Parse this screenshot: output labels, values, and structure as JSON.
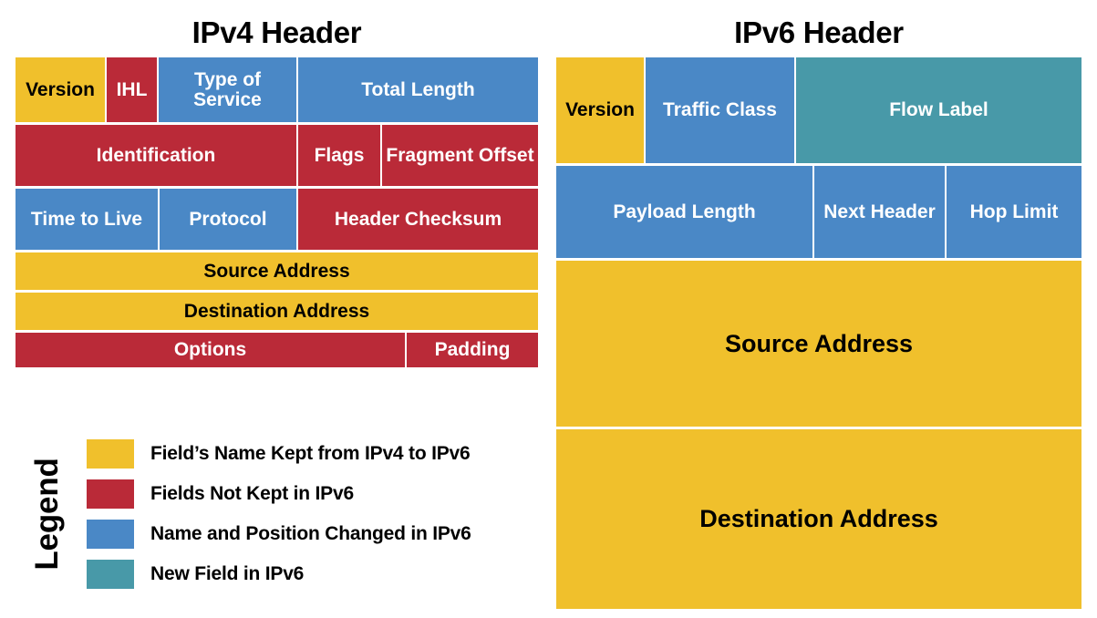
{
  "colors": {
    "kept": "#F0C02C",
    "not_kept": "#BA2A38",
    "changed": "#4A88C6",
    "new_field": "#4899A8",
    "background": "#FFFFFF",
    "text_dark": "#000000",
    "text_light": "#FFFFFF"
  },
  "ipv4": {
    "title": "IPv4 Header",
    "rows": [
      {
        "fields": [
          {
            "label": "Version",
            "category": "kept"
          },
          {
            "label": "IHL",
            "category": "not_kept"
          },
          {
            "label": "Type of Service",
            "category": "changed"
          },
          {
            "label": "Total Length",
            "category": "changed"
          }
        ]
      },
      {
        "fields": [
          {
            "label": "Identification",
            "category": "not_kept"
          },
          {
            "label": "Flags",
            "category": "not_kept"
          },
          {
            "label": "Fragment Offset",
            "category": "not_kept"
          }
        ]
      },
      {
        "fields": [
          {
            "label": "Time to Live",
            "category": "changed"
          },
          {
            "label": "Protocol",
            "category": "changed"
          },
          {
            "label": "Header Checksum",
            "category": "not_kept"
          }
        ]
      },
      {
        "fields": [
          {
            "label": "Source Address",
            "category": "kept"
          }
        ]
      },
      {
        "fields": [
          {
            "label": "Destination Address",
            "category": "kept"
          }
        ]
      },
      {
        "fields": [
          {
            "label": "Options",
            "category": "not_kept"
          },
          {
            "label": "Padding",
            "category": "not_kept"
          }
        ]
      }
    ]
  },
  "ipv6": {
    "title": "IPv6 Header",
    "rows": [
      {
        "fields": [
          {
            "label": "Version",
            "category": "kept"
          },
          {
            "label": "Traffic Class",
            "category": "changed"
          },
          {
            "label": "Flow Label",
            "category": "new_field"
          }
        ]
      },
      {
        "fields": [
          {
            "label": "Payload Length",
            "category": "changed"
          },
          {
            "label": "Next Header",
            "category": "changed"
          },
          {
            "label": "Hop Limit",
            "category": "changed"
          }
        ]
      },
      {
        "fields": [
          {
            "label": "Source Address",
            "category": "kept"
          }
        ]
      },
      {
        "fields": [
          {
            "label": "Destination Address",
            "category": "kept"
          }
        ]
      }
    ]
  },
  "legend": {
    "title": "Legend",
    "entries": [
      {
        "label": "Field’s Name Kept from IPv4 to IPv6",
        "category": "kept",
        "color": "#F0C02C"
      },
      {
        "label": "Fields Not Kept in IPv6",
        "category": "not_kept",
        "color": "#BA2A38"
      },
      {
        "label": "Name and Position Changed in IPv6",
        "category": "changed",
        "color": "#4A88C6"
      },
      {
        "label": "New Field in IPv6",
        "category": "new_field",
        "color": "#4899A8"
      }
    ]
  }
}
